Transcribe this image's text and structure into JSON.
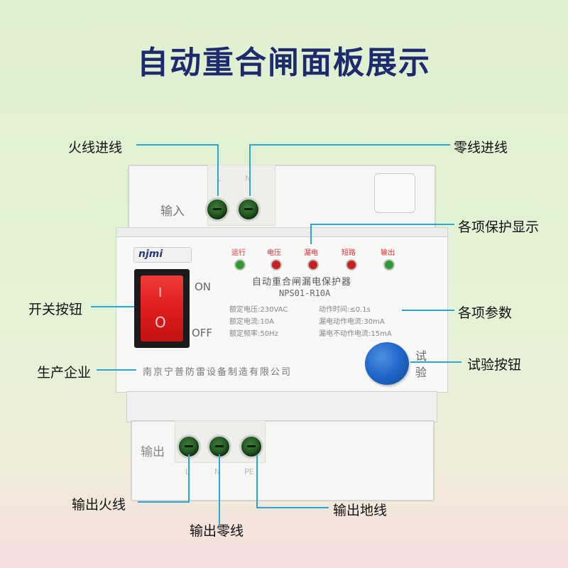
{
  "title": "自动重合闸面板展示",
  "callouts": {
    "live_in": "火线进线",
    "neutral_in": "零线进线",
    "protection_display": "各项保护显示",
    "switch_button": "开关按钮",
    "parameters": "各项参数",
    "manufacturer": "生产企业",
    "test_button": "试验按钮",
    "live_out": "输出火线",
    "neutral_out": "输出零线",
    "ground_out": "输出地线"
  },
  "device": {
    "input_label": "输入",
    "input_terminal_labels": [
      "L",
      "N"
    ],
    "logo": "njmi",
    "leds": [
      {
        "label": "运行",
        "color": "#2f9a2f"
      },
      {
        "label": "电压",
        "color": "#c81f1f"
      },
      {
        "label": "漏电",
        "color": "#c81f1f"
      },
      {
        "label": "短路",
        "color": "#c81f1f"
      },
      {
        "label": "输出",
        "color": "#2f9a2f"
      }
    ],
    "product_name": "自动重合闸漏电保护器",
    "model": "NPS01-R10A",
    "switch_on": "ON",
    "switch_off": "OFF",
    "switch_symbols": [
      "I",
      "O"
    ],
    "params_left": [
      "额定电压:230VAC",
      "额定电流:10A",
      "额定频率:50Hz"
    ],
    "params_right": [
      "动作时间:≤0.1s",
      "漏电动作电流:30mA",
      "漏电不动作电流:15mA"
    ],
    "company": "南京宁普防雷设备制造有限公司",
    "test_label": [
      "试",
      "验"
    ],
    "output_label": "输出",
    "output_terminal_labels": [
      "L",
      "N",
      "PE"
    ]
  }
}
